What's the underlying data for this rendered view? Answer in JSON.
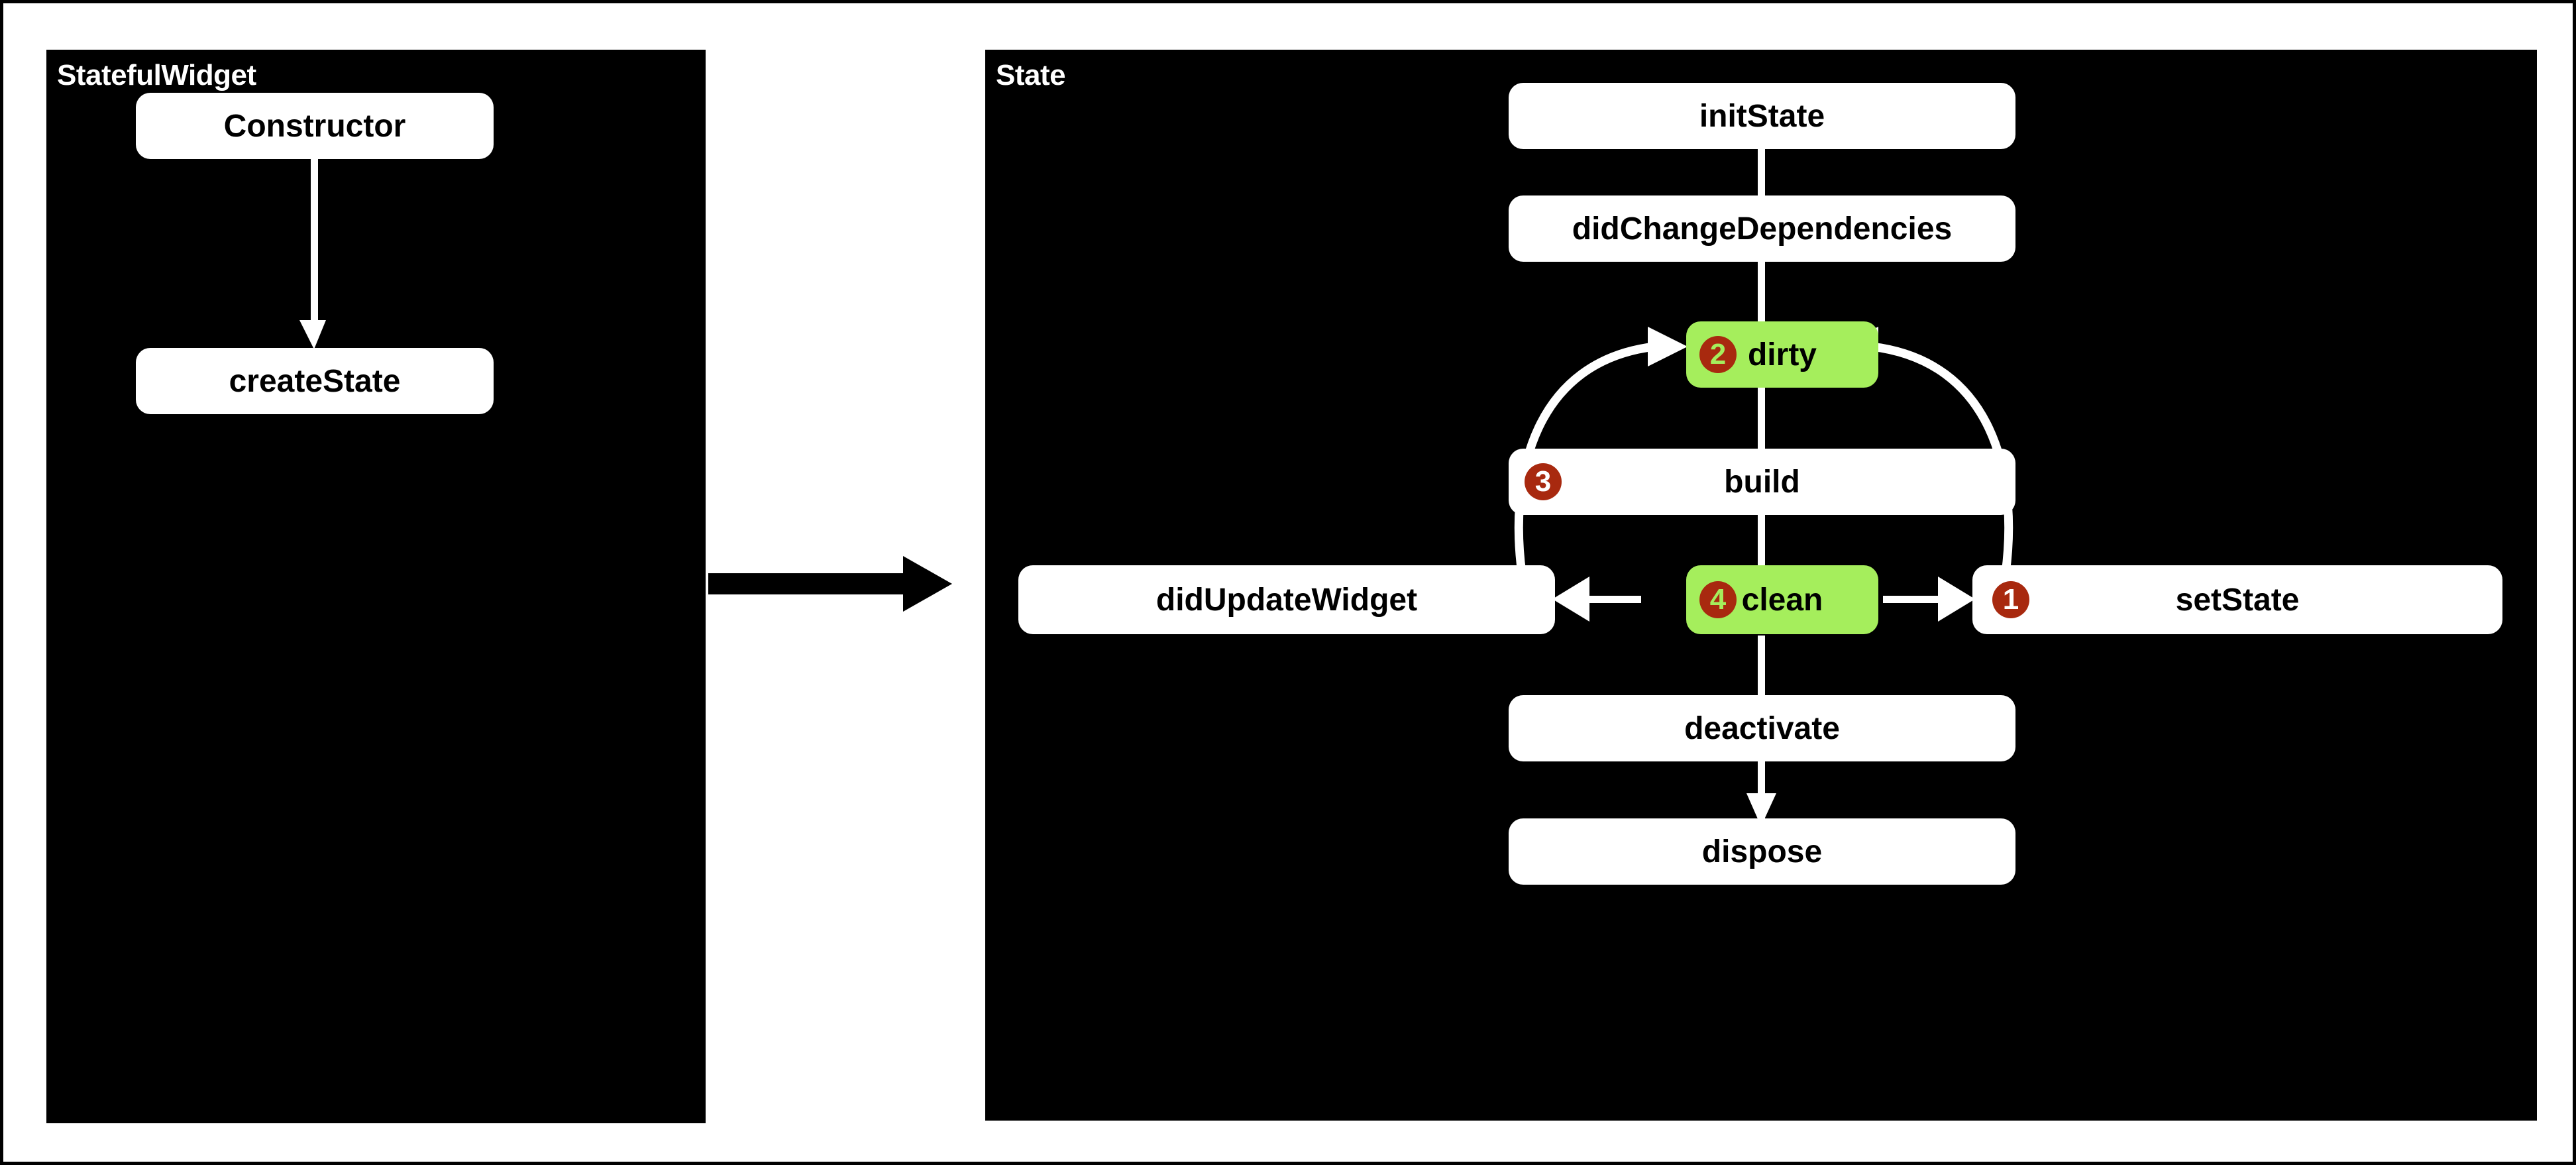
{
  "diagram": {
    "title": "Flutter StatefulWidget and State lifecycle",
    "type": "flowchart",
    "background": "#ffffff",
    "panel_background": "#000000",
    "colors": {
      "node_default": "#ffffff",
      "node_highlight": "#A5EE5C",
      "badge": "#A8290F",
      "connector": "#ffffff",
      "panel_link_arrow": "#000000",
      "text_on_panel": "#ffffff",
      "text_on_node": "#000000"
    }
  },
  "panels": [
    {
      "id": "stateful-widget",
      "title": "StatefulWidget",
      "nodes": [
        {
          "id": "constructor",
          "label": "Constructor",
          "style": "white",
          "badge": null
        },
        {
          "id": "create-state",
          "label": "createState",
          "style": "white",
          "badge": null
        }
      ],
      "edges": [
        {
          "from": "constructor",
          "to": "create-state",
          "kind": "straight",
          "arrow": true
        }
      ]
    },
    {
      "id": "state",
      "title": "State",
      "nodes": [
        {
          "id": "init-state",
          "label": "initState",
          "style": "white",
          "badge": null
        },
        {
          "id": "did-change-dependencies",
          "label": "didChangeDependencies",
          "style": "white",
          "badge": null
        },
        {
          "id": "dirty",
          "label": "dirty",
          "style": "green",
          "badge": "2"
        },
        {
          "id": "build",
          "label": "build",
          "style": "white",
          "badge": "3"
        },
        {
          "id": "did-update-widget",
          "label": "didUpdateWidget",
          "style": "white",
          "badge": null
        },
        {
          "id": "clean",
          "label": "clean",
          "style": "green",
          "badge": "4"
        },
        {
          "id": "set-state",
          "label": "setState",
          "style": "white",
          "badge": "1"
        },
        {
          "id": "deactivate",
          "label": "deactivate",
          "style": "white",
          "badge": null
        },
        {
          "id": "dispose",
          "label": "dispose",
          "style": "white",
          "badge": null
        }
      ],
      "edges": [
        {
          "from": "init-state",
          "to": "did-change-dependencies",
          "kind": "straight",
          "arrow": false
        },
        {
          "from": "did-change-dependencies",
          "to": "dirty",
          "kind": "straight",
          "arrow": false
        },
        {
          "from": "dirty",
          "to": "build",
          "kind": "straight",
          "arrow": false
        },
        {
          "from": "build",
          "to": "clean",
          "kind": "straight",
          "arrow": false
        },
        {
          "from": "clean",
          "to": "did-update-widget",
          "kind": "straight",
          "arrow": true
        },
        {
          "from": "clean",
          "to": "set-state",
          "kind": "straight",
          "arrow": true
        },
        {
          "from": "did-update-widget",
          "to": "dirty",
          "kind": "curve",
          "arrow": true
        },
        {
          "from": "set-state",
          "to": "dirty",
          "kind": "curve",
          "arrow": true
        },
        {
          "from": "clean",
          "to": "deactivate",
          "kind": "straight",
          "arrow": false
        },
        {
          "from": "deactivate",
          "to": "dispose",
          "kind": "straight",
          "arrow": true
        }
      ]
    }
  ],
  "panel_link": {
    "from": "stateful-widget",
    "to": "state",
    "label": "",
    "arrow": true,
    "color": "#000000"
  },
  "badge_sequence": [
    {
      "number": "1",
      "node": "set-state"
    },
    {
      "number": "2",
      "node": "dirty"
    },
    {
      "number": "3",
      "node": "build"
    },
    {
      "number": "4",
      "node": "clean"
    }
  ]
}
